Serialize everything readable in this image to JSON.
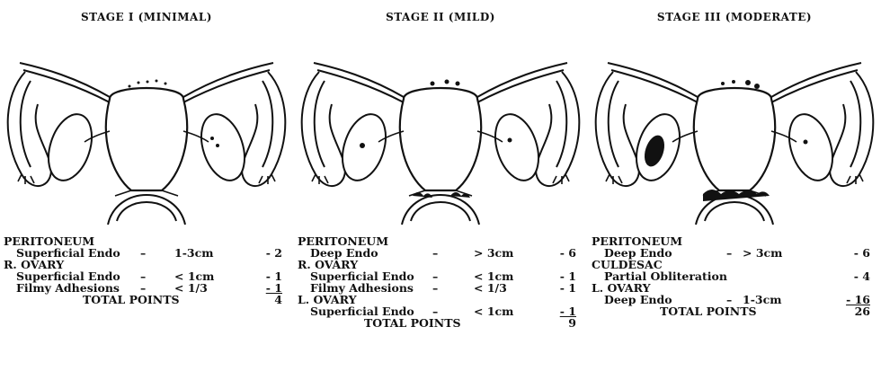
{
  "stages": [
    {
      "title": "STAGE I (MINIMAL)",
      "rows": [
        {
          "name": "PERITONEUM",
          "indent": false,
          "op": "",
          "size": "",
          "points": ""
        },
        {
          "name": "Superficial Endo",
          "indent": true,
          "op": "–",
          "size": "1-3cm",
          "points": "- 2"
        },
        {
          "name": "R. OVARY",
          "indent": false,
          "op": "",
          "size": "",
          "points": ""
        },
        {
          "name": "Superficial Endo",
          "indent": true,
          "op": "–",
          "size": "< 1cm",
          "points": "- 1"
        },
        {
          "name": "Filmy Adhesions",
          "indent": true,
          "op": "–",
          "size": "< 1/3",
          "points": "- 1"
        }
      ],
      "total_label": "TOTAL POINTS",
      "total_points": "4"
    },
    {
      "title": "STAGE II (MILD)",
      "rows": [
        {
          "name": "PERITONEUM",
          "indent": false,
          "op": "",
          "size": "",
          "points": ""
        },
        {
          "name": "Deep Endo",
          "indent": true,
          "op": "–",
          "size": "> 3cm",
          "points": "- 6"
        },
        {
          "name": "R. OVARY",
          "indent": false,
          "op": "",
          "size": "",
          "points": ""
        },
        {
          "name": "Superficial Endo",
          "indent": true,
          "op": "–",
          "size": "< 1cm",
          "points": "- 1"
        },
        {
          "name": "Filmy Adhesions",
          "indent": true,
          "op": "–",
          "size": "< 1/3",
          "points": "- 1"
        },
        {
          "name": "L. OVARY",
          "indent": false,
          "op": "",
          "size": "",
          "points": ""
        },
        {
          "name": "Superficial Endo",
          "indent": true,
          "op": "–",
          "size": "< 1cm",
          "points": "- 1"
        }
      ],
      "total_label": "TOTAL POINTS",
      "total_points": "9"
    },
    {
      "title": "STAGE III (MODERATE)",
      "rows": [
        {
          "name": "PERITONEUM",
          "indent": false,
          "op": "",
          "size": "",
          "points": ""
        },
        {
          "name": "Deep Endo",
          "indent": true,
          "op": "–",
          "size": "> 3cm",
          "points": "- 6"
        },
        {
          "name": "CULDESAC",
          "indent": false,
          "op": "",
          "size": "",
          "points": ""
        },
        {
          "name": "Partial Obliteration",
          "indent": true,
          "op": "",
          "size": "",
          "points": "- 4"
        },
        {
          "name": "L. OVARY",
          "indent": false,
          "op": "",
          "size": "",
          "points": ""
        },
        {
          "name": "Deep Endo",
          "indent": true,
          "op": "–",
          "size": "1-3cm",
          "points": "- 16"
        }
      ],
      "total_label": "TOTAL POINTS",
      "total_points": "26"
    }
  ]
}
